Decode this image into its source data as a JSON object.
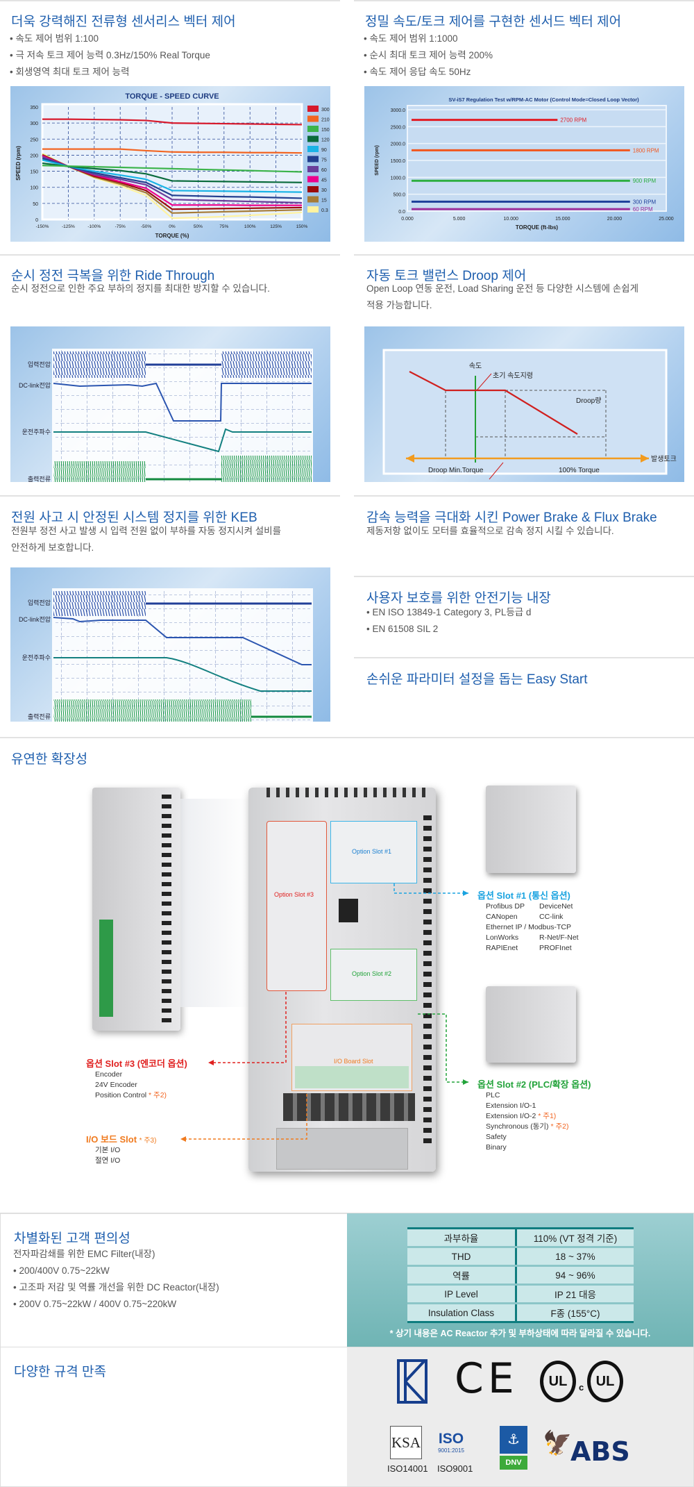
{
  "sections": {
    "sensorless": {
      "title": "더욱 강력해진 전류형 센서리스 벡터 제어",
      "bullets": [
        "• 속도 제어 범위 1:100",
        "• 극 저속 토크 제어 능력 0.3Hz/150% Real Torque",
        "• 회생영역 최대 토크 제어 능력"
      ]
    },
    "sensored": {
      "title": "정밀 속도/토크 제어를 구현한 센서드 벡터 제어",
      "bullets": [
        "• 속도 제어 범위 1:1000",
        "• 순시 최대 토크 제어 능력 200%",
        "• 속도 제어 응답 속도 50Hz"
      ]
    },
    "ride_through": {
      "title": "순시 정전 극복을 위한 Ride Through",
      "desc": [
        "순시 정전으로 인한 주요 부하의 정지를 최대한 방지할 수 있습니다."
      ]
    },
    "droop": {
      "title": "자동 토크 밸런스 Droop 제어",
      "desc": [
        "Open Loop 연동 운전, Load Sharing 운전 등 다양한 시스템에 손쉽게",
        "적용 가능합니다."
      ]
    },
    "keb": {
      "title": "전원 사고 시 안정된 시스템 정지를 위한 KEB",
      "desc": [
        "전원부 정전 사고 발생 시 입력 전원 없이 부하를 자동 정지시켜 설비를",
        "안전하게 보호합니다."
      ]
    },
    "power_brake": {
      "title": "감속 능력을 극대화 시킨 Power Brake & Flux Brake",
      "desc": [
        "제동저항 없이도 모터를 효율적으로 감속 정지 시킬 수 있습니다."
      ]
    },
    "safety": {
      "title": "사용자 보호를 위한 안전기능 내장",
      "bullets": [
        "• EN ISO 13849-1 Category 3, PL등급 d",
        "• EN 61508 SIL 2"
      ]
    },
    "easy_start": {
      "title": "손쉬운 파라미터 설정을 돕는 Easy Start"
    },
    "expansion": {
      "title": "유연한 확장성"
    },
    "convenience": {
      "title": "차별화된 고객 편의성",
      "lines": [
        "전자파감쇄를 위한 EMC Filter(내장)",
        "• 200/400V 0.75~22kW",
        "• 고조파 저감 및 역률 개선을 위한 DC Reactor(내장)",
        "• 200V 0.75~22kW / 400V 0.75~220kW"
      ]
    },
    "standards": {
      "title": "다양한 규격 만족"
    }
  },
  "waveform_labels": {
    "input_voltage": "입력전압",
    "dc_link": "DC-link전압",
    "run_freq": "운전주파수",
    "output_current": "출력전류"
  },
  "droop_diagram": {
    "speed": "속도",
    "initial_speed_cmd": "초기 속도지령",
    "droop_amount": "Droop량",
    "generated_torque": "발생토크",
    "droop_min_torque": "Droop Min.Torque",
    "full_torque": "100% Torque"
  },
  "expansion": {
    "board_labels": {
      "slot1": "Option Slot #1",
      "slot2": "Option Slot #2",
      "slot3": "Option Slot #3",
      "io": "I/O Board Slot"
    },
    "slot1": {
      "title": "옵션 Slot #1 (통신 옵션)",
      "items": [
        "Profibus DP",
        "DeviceNet",
        "CANopen",
        "CC-link",
        "Ethernet IP / Modbus-TCP",
        "LonWorks",
        "R-Net/F-Net",
        "RAPIEnet",
        "PROFInet"
      ]
    },
    "slot2": {
      "title": "옵션 Slot #2 (PLC/확장 옵션)",
      "items": [
        "PLC",
        "Extension I/O-1",
        "Extension I/O-2",
        "Synchronous (동기)",
        "Safety",
        "Binary"
      ],
      "notes": {
        "2": "* 주1)",
        "3": "* 주2)"
      }
    },
    "slot3": {
      "title": "옵션 Slot #3 (엔코더 옵션)",
      "items": [
        "Encoder",
        "24V Encoder",
        "Position Control"
      ],
      "notes": {
        "2": "* 주2)"
      }
    },
    "io": {
      "title": "I/O 보드 Slot",
      "note": "* 주3)",
      "items": [
        "기본 I/O",
        "절연 I/O"
      ]
    },
    "colors": {
      "slot1": "#1aa3e0",
      "slot2": "#22a33a",
      "slot3": "#e0201f",
      "io": "#f07a1e"
    }
  },
  "spec_table": {
    "rows": [
      [
        "과부하율",
        "110% (VT 정격 기준)"
      ],
      [
        "THD",
        "18 ~ 37%"
      ],
      [
        "역률",
        "94 ~ 96%"
      ],
      [
        "IP Level",
        "IP 21 대응"
      ],
      [
        "Insulation Class",
        "F종 (155°C)"
      ]
    ],
    "note": "* 상기 내용은 AC Reactor 추가 및 부하상태에 따라 달라질 수 있습니다."
  },
  "certifications": {
    "logos": [
      "KC",
      "CE",
      "UL",
      "c",
      "UL",
      "KSA",
      "ISO",
      "9001:2015",
      "DNV",
      "ABS"
    ],
    "captions": [
      "ISO14001",
      "ISO9001"
    ]
  },
  "chart_data": [
    {
      "type": "line",
      "title": "TORQUE - SPEED CURVE",
      "xlabel": "TORQUE (%)",
      "ylabel": "SPEED (rpm)",
      "categories": [
        "-150%",
        "-125%",
        "-100%",
        "-75%",
        "-50%",
        "0%",
        "50%",
        "75%",
        "100%",
        "125%",
        "150%"
      ],
      "yticks": [
        "0",
        "50",
        "100",
        "150",
        "200",
        "250",
        "300",
        "350"
      ],
      "ylim": [
        0,
        350
      ],
      "series": [
        {
          "name": "300",
          "color": "#d7192b",
          "values": [
            312,
            312,
            311,
            310,
            308,
            300,
            299,
            298,
            297,
            296,
            295
          ]
        },
        {
          "name": "210",
          "color": "#f26522",
          "values": [
            219,
            219,
            219,
            219,
            214,
            210,
            209,
            209,
            208,
            208,
            207
          ]
        },
        {
          "name": "150",
          "color": "#3cb44b",
          "values": [
            168,
            166,
            164,
            162,
            160,
            158,
            156,
            154,
            152,
            150,
            148
          ]
        },
        {
          "name": "120",
          "color": "#0a6b3c",
          "values": [
            175,
            165,
            158,
            152,
            142,
            120,
            119,
            118,
            117,
            116,
            115
          ]
        },
        {
          "name": "90",
          "color": "#19b3e6",
          "values": [
            185,
            165,
            150,
            138,
            125,
            90,
            89,
            88,
            87,
            86,
            85
          ]
        },
        {
          "name": "75",
          "color": "#233f8f",
          "values": [
            190,
            165,
            145,
            130,
            115,
            75,
            73,
            71,
            70,
            68,
            66
          ]
        },
        {
          "name": "60",
          "color": "#6a3d9a",
          "values": [
            195,
            165,
            140,
            125,
            108,
            62,
            60,
            58,
            56,
            54,
            52
          ]
        },
        {
          "name": "45",
          "color": "#ec008c",
          "values": [
            198,
            165,
            138,
            118,
            97,
            45,
            45,
            45,
            44,
            44,
            44
          ]
        },
        {
          "name": "30",
          "color": "#9b0a0a",
          "values": [
            200,
            165,
            135,
            115,
            90,
            32,
            33,
            34,
            35,
            36,
            37
          ]
        },
        {
          "name": "15",
          "color": "#a67c37",
          "values": [
            202,
            165,
            132,
            110,
            83,
            20,
            22,
            24,
            26,
            28,
            30
          ]
        },
        {
          "name": "0.3",
          "color": "#fff3a0",
          "values": [
            205,
            165,
            130,
            105,
            75,
            4,
            6,
            9,
            13,
            17,
            22
          ]
        }
      ]
    },
    {
      "type": "line",
      "title": "SV-iS7 Regulation Test w/RPM-AC Motor (Control Mode=Closed Loop Vector)",
      "xlabel": "TORQUE (ft-lbs)",
      "ylabel": "SPEED (rpm)",
      "xticks": [
        "0.000",
        "5.000",
        "10.000",
        "15.000",
        "20.000",
        "25.000"
      ],
      "yticks": [
        "0.0",
        "500.0",
        "1000.0",
        "1500.0",
        "2000.0",
        "2500.0",
        "3000.0"
      ],
      "xlim": [
        0,
        25000
      ],
      "ylim": [
        0,
        3000
      ],
      "series": [
        {
          "name": "2700 RPM",
          "color": "#e31b23",
          "x": [
            0,
            14500
          ],
          "values": [
            2700,
            2700
          ]
        },
        {
          "name": "1800 RPM",
          "color": "#f2561d",
          "x": [
            0,
            21500
          ],
          "values": [
            1800,
            1800
          ]
        },
        {
          "name": "900 RPM",
          "color": "#2cae3f",
          "x": [
            0,
            21500
          ],
          "values": [
            900,
            900
          ]
        },
        {
          "name": "300 RPM",
          "color": "#1d3f9a",
          "x": [
            0,
            21500
          ],
          "values": [
            280,
            280
          ]
        },
        {
          "name": "60 RPM",
          "color": "#9b2d9b",
          "x": [
            0,
            21500
          ],
          "values": [
            60,
            60
          ]
        }
      ]
    }
  ]
}
